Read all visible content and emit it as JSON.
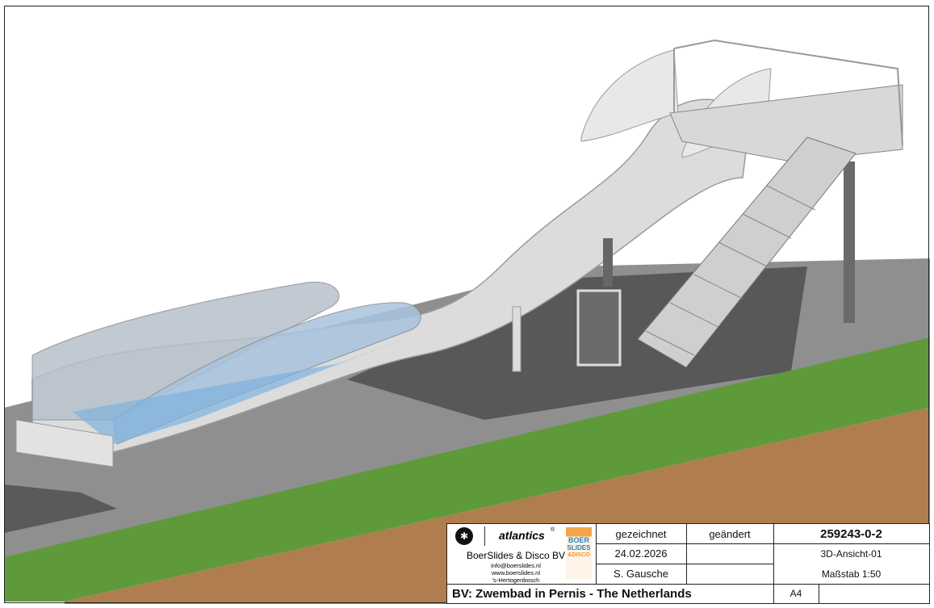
{
  "company": {
    "brand": "atlantics",
    "brand_mark": "®",
    "name": "BoerSlides & Disco BV",
    "email": "info@boerslides.nl",
    "website": "www.boerslides.nl",
    "city": "'s-Hertogenbosch",
    "logo_text": [
      "BOER",
      "SLIDES",
      "&DISCO"
    ]
  },
  "title_block": {
    "drawn_label": "gezeichnet",
    "changed_label": "geändert",
    "drawing_number": "259243-0-2",
    "date": "24.02.2026",
    "view": "3D-Ansicht-01",
    "author": "S. Gausche",
    "scale": "Maßstab 1:50",
    "project": "BV: Zwembad in Pernis - The Netherlands",
    "paper_size": "A4"
  },
  "colors": {
    "grass": "#5f9a3a",
    "earth": "#b07d4f",
    "paving": "#8d8d8d",
    "logo_orange": "#f0932b",
    "logo_blue": "#2a7fc0"
  }
}
